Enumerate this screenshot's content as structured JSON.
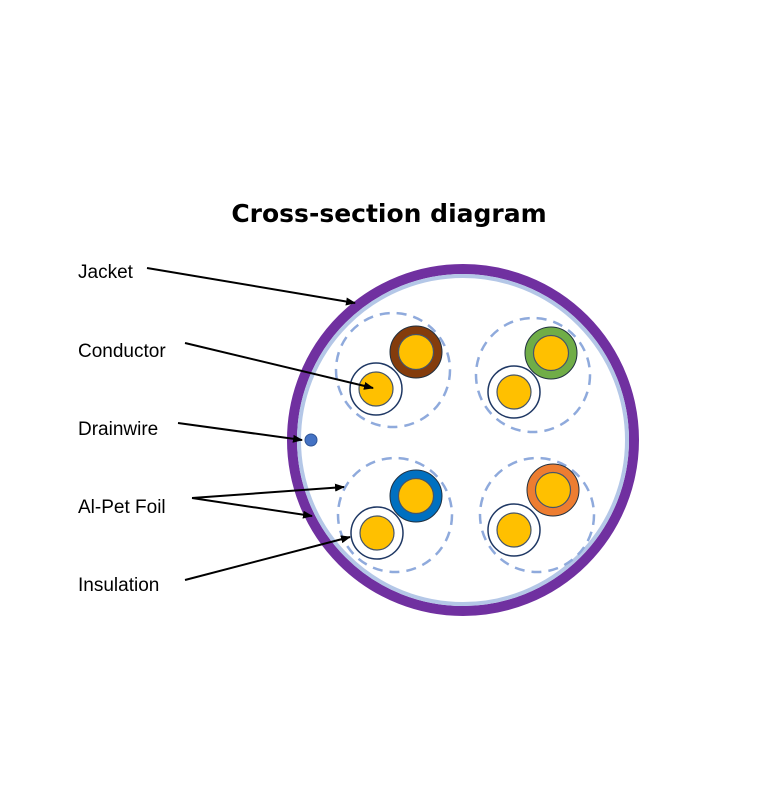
{
  "title": "Cross-section diagram",
  "labels": {
    "jacket": "Jacket",
    "conductor": "Conductor",
    "drainwire": "Drainwire",
    "foil": "Al-Pet Foil",
    "insulation": "Insulation"
  },
  "colors": {
    "jacket": "#7030a0",
    "foil_ring": "#b4c7e7",
    "conductor": "#ffc000",
    "drainwire": "#4472c4",
    "pair_dash": "#8faadc",
    "pairs": [
      "#843c0c",
      "#70ad47",
      "#0070c0",
      "#ed7d31"
    ]
  }
}
